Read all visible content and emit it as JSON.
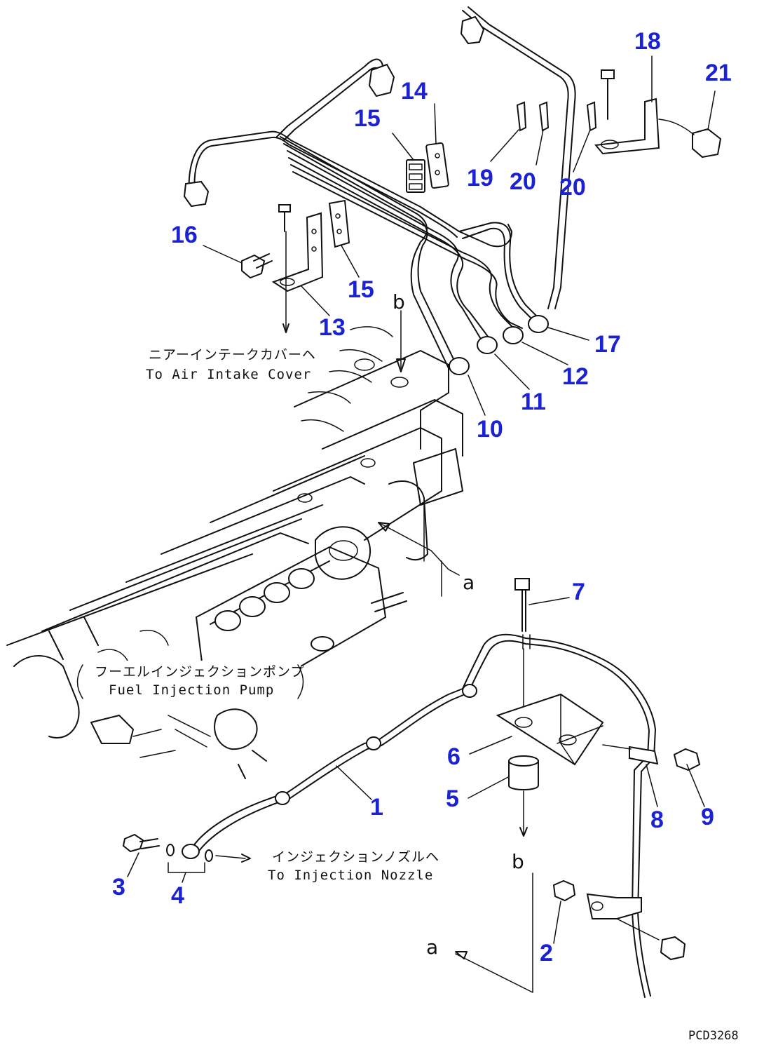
{
  "drawing_code": "PCD3268",
  "part_numbers": {
    "p1": "1",
    "p2": "2",
    "p3": "3",
    "p4": "4",
    "p5": "5",
    "p6": "6",
    "p7": "7",
    "p8": "8",
    "p9": "9",
    "p10": "10",
    "p11": "11",
    "p12": "12",
    "p13": "13",
    "p14": "14",
    "p15a": "15",
    "p15b": "15",
    "p16": "16",
    "p17": "17",
    "p18": "18",
    "p19": "19",
    "p20a": "20",
    "p20b": "20",
    "p21": "21"
  },
  "ref_letters": {
    "a_top": "a",
    "a_bottom": "a",
    "b_top": "b",
    "b_bottom": "b"
  },
  "notes": {
    "air_intake_jp": "ニアーインテークカバーヘ",
    "air_intake_en": "To Air Intake Cover",
    "pump_jp": "フーエルインジェクションポンプ",
    "pump_en": "Fuel Injection Pump",
    "nozzle_jp": "インジェクションノズルヘ",
    "nozzle_en": "To Injection Nozzle"
  },
  "colors": {
    "callout": "#1a22d4",
    "line": "#111111"
  }
}
